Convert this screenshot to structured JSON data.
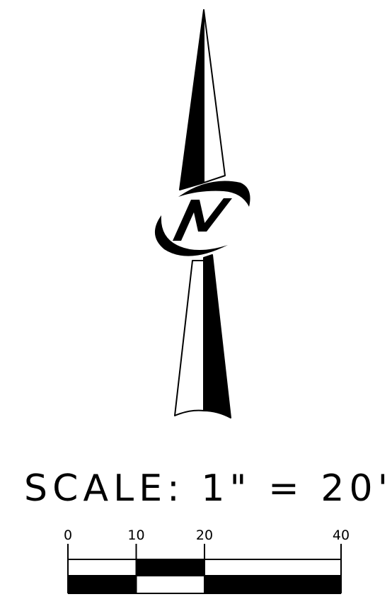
{
  "north_arrow": {
    "letter": "N"
  },
  "scale": {
    "label": "SCALE:  1\"  =  20'",
    "tick_labels": [
      "0",
      "10",
      "20",
      "40"
    ],
    "tick_values": [
      0,
      10,
      20,
      40
    ],
    "units": "feet"
  },
  "colors": {
    "ink": "#000000",
    "paper": "#ffffff"
  }
}
